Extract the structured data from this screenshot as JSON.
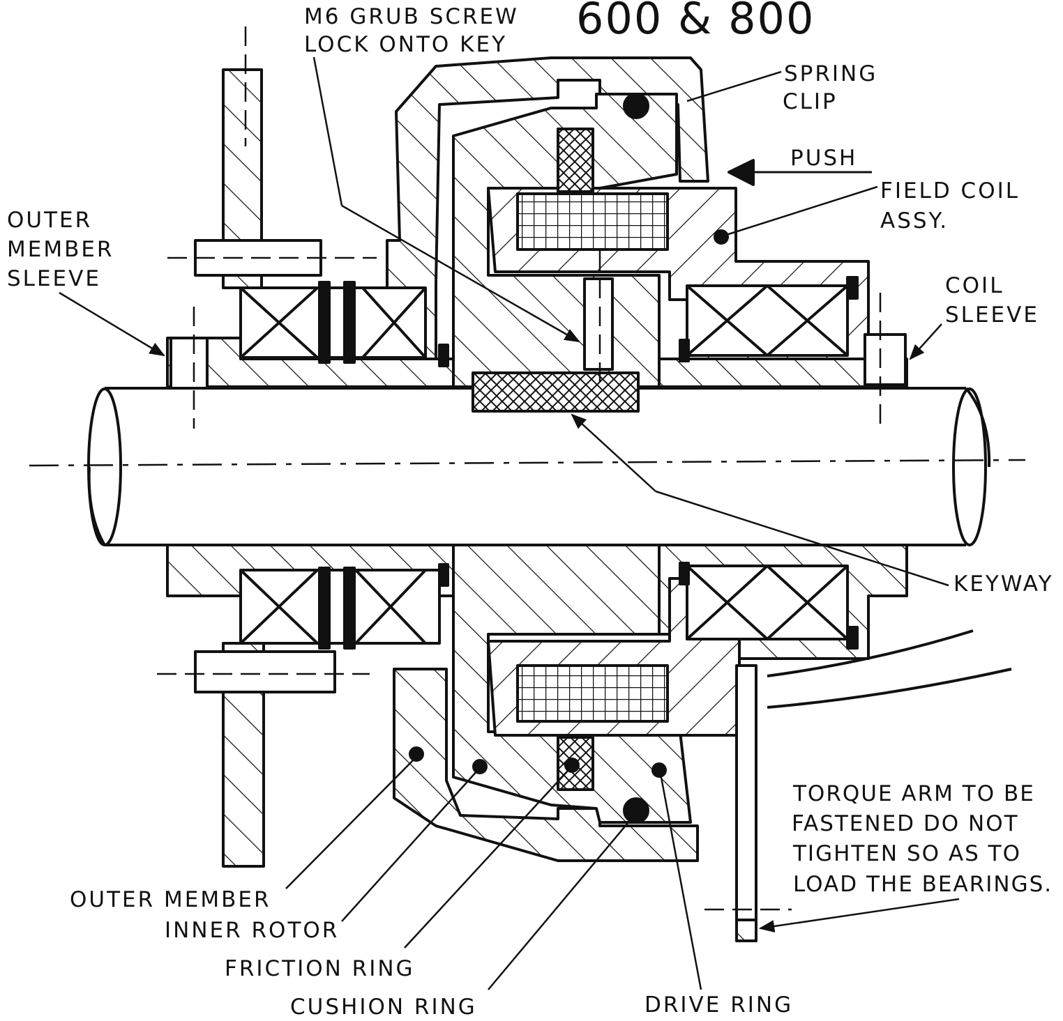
{
  "title": "600 & 800",
  "labels": {
    "grub_screw_1": "M6 GRUB SCREW",
    "grub_screw_2": "LOCK ONTO KEY",
    "spring_clip_1": "SPRING",
    "spring_clip_2": "CLIP",
    "push": "PUSH",
    "field_coil_1": "FIELD COIL",
    "field_coil_2": "ASSY.",
    "outer_sleeve_1": "OUTER",
    "outer_sleeve_2": "MEMBER",
    "outer_sleeve_3": "SLEEVE",
    "coil_sleeve_1": "COIL",
    "coil_sleeve_2": "SLEEVE",
    "keyway": "KEYWAY",
    "torque_1": "TORQUE ARM TO BE",
    "torque_2": "FASTENED DO NOT",
    "torque_3": "TIGHTEN SO AS TO",
    "torque_4": "LOAD THE BEARINGS.",
    "outer_member": "OUTER MEMBER",
    "inner_rotor": "INNER ROTOR",
    "friction_ring": "FRICTION RING",
    "cushion_ring": "CUSHION RING",
    "drive_ring": "DRIVE RING"
  },
  "colors": {
    "ink": "#111111",
    "paper": "#ffffff"
  }
}
